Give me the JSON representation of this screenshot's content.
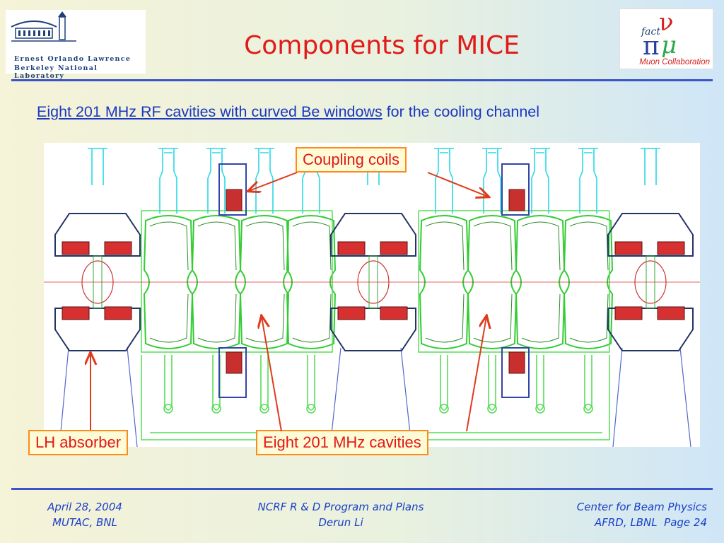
{
  "header": {
    "title": "Components for MICE",
    "left_logo": {
      "icon": "lbnl-campus-icon",
      "line1": "Ernest Orlando Lawrence",
      "line2": "Berkeley National Laboratory"
    },
    "right_logo": {
      "icon": "neutrino-factory-muon-icon",
      "caption": "Muon Collaboration"
    }
  },
  "subtitle": {
    "link_text": "Eight 201 MHz RF cavities with curved Be windows",
    "rest_text": " for the cooling channel"
  },
  "diagram": {
    "callouts": {
      "coupling": "Coupling coils",
      "absorber": "LH absorber",
      "cavities": "Eight 201 MHz cavities"
    }
  },
  "footer": {
    "left_line1": "April 28, 2004",
    "left_line2": "MUTAC, BNL",
    "center_line1": "NCRF R & D Program and Plans",
    "center_line2": "Derun Li",
    "right_line1": "Center for Beam Physics",
    "right_line2": "AFRD, LBNL",
    "page": "Page 24"
  },
  "colors": {
    "title": "#e11a1a",
    "accent_blue": "#1a37c0",
    "rule": "#3a55c8",
    "callout_border": "#ff8a1c",
    "callout_text": "#e21818",
    "cavity_green": "#33cc33",
    "coil_blue": "#3344aa",
    "cyan_port": "#28d8e6"
  }
}
